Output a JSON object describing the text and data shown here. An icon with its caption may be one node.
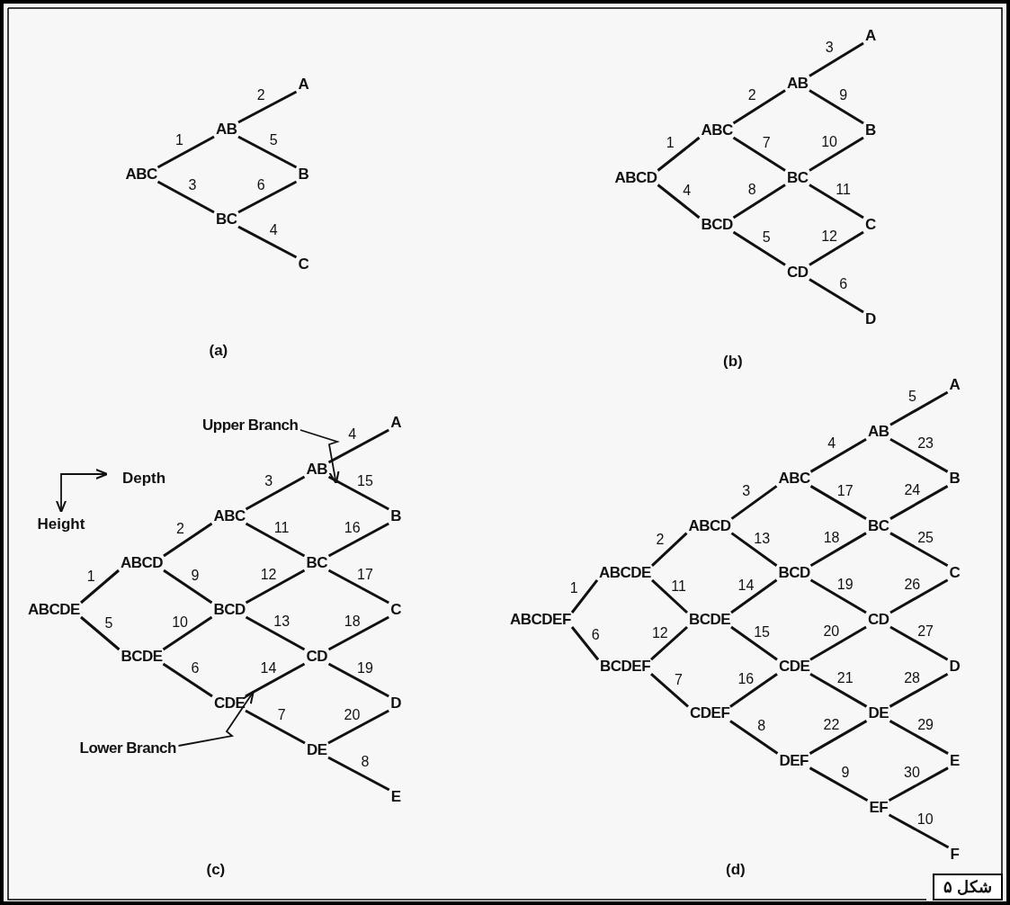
{
  "diagram": {
    "nodes": [
      {
        "text": [
          "ABC"
        ]
      },
      {
        "text": [
          "AB"
        ]
      },
      {
        "text": [
          "BC"
        ]
      },
      {
        "text": [
          "A"
        ]
      },
      {
        "text": [
          "B"
        ]
      },
      {
        "text": [
          "C"
        ]
      },
      {
        "text": [
          "ABCD"
        ]
      },
      {
        "text": [
          "ABC"
        ]
      },
      {
        "text": [
          "BCD"
        ]
      },
      {
        "text": [
          "AB"
        ]
      },
      {
        "text": [
          "BC"
        ]
      },
      {
        "text": [
          "CD"
        ]
      },
      {
        "text": [
          "A"
        ]
      },
      {
        "text": [
          "B"
        ]
      },
      {
        "text": [
          "C"
        ]
      },
      {
        "text": [
          "D"
        ]
      },
      {
        "text": [
          "ABCDE"
        ]
      },
      {
        "text": [
          "ABCD"
        ]
      },
      {
        "text": [
          "BCDE"
        ]
      },
      {
        "text": [
          "ABC"
        ]
      },
      {
        "text": [
          "BCD"
        ]
      },
      {
        "text": [
          "CDE"
        ]
      },
      {
        "text": [
          "AB"
        ]
      },
      {
        "text": [
          "BC"
        ]
      },
      {
        "text": [
          "CD"
        ]
      },
      {
        "text": [
          "DE"
        ]
      },
      {
        "text": [
          "A"
        ]
      },
      {
        "text": [
          "B"
        ]
      },
      {
        "text": [
          "C"
        ]
      },
      {
        "text": [
          "D"
        ]
      },
      {
        "text": [
          "E"
        ]
      },
      {
        "text": [
          "ABCDEF"
        ]
      },
      {
        "text": [
          "ABCDE"
        ]
      },
      {
        "text": [
          "BCDEF"
        ]
      },
      {
        "text": [
          "ABCD"
        ]
      },
      {
        "text": [
          "BCDE"
        ]
      },
      {
        "text": [
          "CDEF"
        ]
      },
      {
        "text": [
          "ABC"
        ]
      },
      {
        "text": [
          "BCD"
        ]
      },
      {
        "text": [
          "CDE"
        ]
      },
      {
        "text": [
          "DEF"
        ]
      },
      {
        "text": [
          "AB"
        ]
      },
      {
        "text": [
          "BC"
        ]
      },
      {
        "text": [
          "CD"
        ]
      },
      {
        "text": [
          "DE"
        ]
      },
      {
        "text": [
          "EF"
        ]
      },
      {
        "text": [
          "A"
        ]
      },
      {
        "text": [
          "B"
        ]
      },
      {
        "text": [
          "C"
        ]
      },
      {
        "text": [
          "D"
        ]
      },
      {
        "text": [
          "E"
        ]
      },
      {
        "text": [
          "F"
        ]
      },
      {
        "text": [
          "Upper Branch"
        ]
      },
      {
        "text": [
          "Lower Branch"
        ]
      }
    ],
    "edges": [
      {
        "from": 0,
        "to": 1,
        "arrow": "none",
        "label": "1"
      },
      {
        "from": 0,
        "to": 2,
        "arrow": "none",
        "label": "3"
      },
      {
        "from": 1,
        "to": 3,
        "arrow": "none",
        "label": "2"
      },
      {
        "from": 1,
        "to": 4,
        "arrow": "none",
        "label": "5"
      },
      {
        "from": 2,
        "to": 4,
        "arrow": "none",
        "label": "6"
      },
      {
        "from": 2,
        "to": 5,
        "arrow": "none",
        "label": "4"
      },
      {
        "from": 6,
        "to": 7,
        "arrow": "none",
        "label": "1"
      },
      {
        "from": 6,
        "to": 8,
        "arrow": "none",
        "label": "4"
      },
      {
        "from": 7,
        "to": 9,
        "arrow": "none",
        "label": "2"
      },
      {
        "from": 7,
        "to": 10,
        "arrow": "none",
        "label": "7"
      },
      {
        "from": 8,
        "to": 10,
        "arrow": "none",
        "label": "8"
      },
      {
        "from": 8,
        "to": 11,
        "arrow": "none",
        "label": "5"
      },
      {
        "from": 9,
        "to": 12,
        "arrow": "none",
        "label": "3"
      },
      {
        "from": 9,
        "to": 13,
        "arrow": "none",
        "label": "9"
      },
      {
        "from": 10,
        "to": 13,
        "arrow": "none",
        "label": "10"
      },
      {
        "from": 10,
        "to": 14,
        "arrow": "none",
        "label": "11"
      },
      {
        "from": 11,
        "to": 14,
        "arrow": "none",
        "label": "12"
      },
      {
        "from": 11,
        "to": 15,
        "arrow": "none",
        "label": "6"
      },
      {
        "from": 16,
        "to": 17,
        "arrow": "none",
        "label": "1"
      },
      {
        "from": 16,
        "to": 18,
        "arrow": "none",
        "label": "5"
      },
      {
        "from": 17,
        "to": 19,
        "arrow": "none",
        "label": "2"
      },
      {
        "from": 17,
        "to": 20,
        "arrow": "none",
        "label": "9"
      },
      {
        "from": 18,
        "to": 20,
        "arrow": "none",
        "label": "10"
      },
      {
        "from": 18,
        "to": 21,
        "arrow": "none",
        "label": "6"
      },
      {
        "from": 19,
        "to": 22,
        "arrow": "none",
        "label": "3"
      },
      {
        "from": 19,
        "to": 23,
        "arrow": "none",
        "label": "11"
      },
      {
        "from": 20,
        "to": 23,
        "arrow": "none",
        "label": "12"
      },
      {
        "from": 20,
        "to": 24,
        "arrow": "none",
        "label": "13"
      },
      {
        "from": 21,
        "to": 24,
        "arrow": "none",
        "label": "14"
      },
      {
        "from": 21,
        "to": 25,
        "arrow": "none",
        "label": "7"
      },
      {
        "from": 22,
        "to": 26,
        "arrow": "none",
        "label": "4"
      },
      {
        "from": 22,
        "to": 27,
        "arrow": "none",
        "label": "15"
      },
      {
        "from": 23,
        "to": 27,
        "arrow": "none",
        "label": "16"
      },
      {
        "from": 23,
        "to": 28,
        "arrow": "none",
        "label": "17"
      },
      {
        "from": 24,
        "to": 28,
        "arrow": "none",
        "label": "18"
      },
      {
        "from": 24,
        "to": 29,
        "arrow": "none",
        "label": "19"
      },
      {
        "from": 25,
        "to": 29,
        "arrow": "none",
        "label": "20"
      },
      {
        "from": 25,
        "to": 30,
        "arrow": "none",
        "label": "8"
      },
      {
        "from": 31,
        "to": 32,
        "arrow": "none",
        "label": "1"
      },
      {
        "from": 31,
        "to": 33,
        "arrow": "none",
        "label": "6"
      },
      {
        "from": 32,
        "to": 34,
        "arrow": "none",
        "label": "2"
      },
      {
        "from": 32,
        "to": 35,
        "arrow": "none",
        "label": "11"
      },
      {
        "from": 33,
        "to": 35,
        "arrow": "none",
        "label": "12"
      },
      {
        "from": 33,
        "to": 36,
        "arrow": "none",
        "label": "7"
      },
      {
        "from": 34,
        "to": 37,
        "arrow": "none",
        "label": "3"
      },
      {
        "from": 34,
        "to": 38,
        "arrow": "none",
        "label": "13"
      },
      {
        "from": 35,
        "to": 38,
        "arrow": "none",
        "label": "14"
      },
      {
        "from": 35,
        "to": 39,
        "arrow": "none",
        "label": "15"
      },
      {
        "from": 36,
        "to": 39,
        "arrow": "none",
        "label": "16"
      },
      {
        "from": 36,
        "to": 40,
        "arrow": "none",
        "label": "8"
      },
      {
        "from": 37,
        "to": 41,
        "arrow": "none",
        "label": "4"
      },
      {
        "from": 37,
        "to": 42,
        "arrow": "none",
        "label": "17"
      },
      {
        "from": 38,
        "to": 42,
        "arrow": "none",
        "label": "18"
      },
      {
        "from": 38,
        "to": 43,
        "arrow": "none",
        "label": "19"
      },
      {
        "from": 39,
        "to": 43,
        "arrow": "none",
        "label": "20"
      },
      {
        "from": 39,
        "to": 44,
        "arrow": "none",
        "label": "21"
      },
      {
        "from": 40,
        "to": 44,
        "arrow": "none",
        "label": "22"
      },
      {
        "from": 40,
        "to": 45,
        "arrow": "none",
        "label": "9"
      },
      {
        "from": 41,
        "to": 46,
        "arrow": "none",
        "label": "5"
      },
      {
        "from": 41,
        "to": 47,
        "arrow": "none",
        "label": "23"
      },
      {
        "from": 42,
        "to": 47,
        "arrow": "none",
        "label": "24"
      },
      {
        "from": 42,
        "to": 48,
        "arrow": "none",
        "label": "25"
      },
      {
        "from": 43,
        "to": 48,
        "arrow": "none",
        "label": "26"
      },
      {
        "from": 43,
        "to": 49,
        "arrow": "none",
        "label": "27"
      },
      {
        "from": 44,
        "to": 49,
        "arrow": "none",
        "label": "28"
      },
      {
        "from": 44,
        "to": 50,
        "arrow": "none",
        "label": "29"
      },
      {
        "from": 45,
        "to": 50,
        "arrow": "none",
        "label": "30"
      },
      {
        "from": 45,
        "to": 51,
        "arrow": "none",
        "label": "10"
      },
      {
        "from": 52,
        "to": 22,
        "arrow": "to"
      },
      {
        "from": 53,
        "to": 21,
        "arrow": "to"
      }
    ],
    "labels": [
      "(a)",
      "(b)",
      "Depth",
      "Height",
      "(c)",
      "(d)",
      "شکل ۵"
    ]
  }
}
